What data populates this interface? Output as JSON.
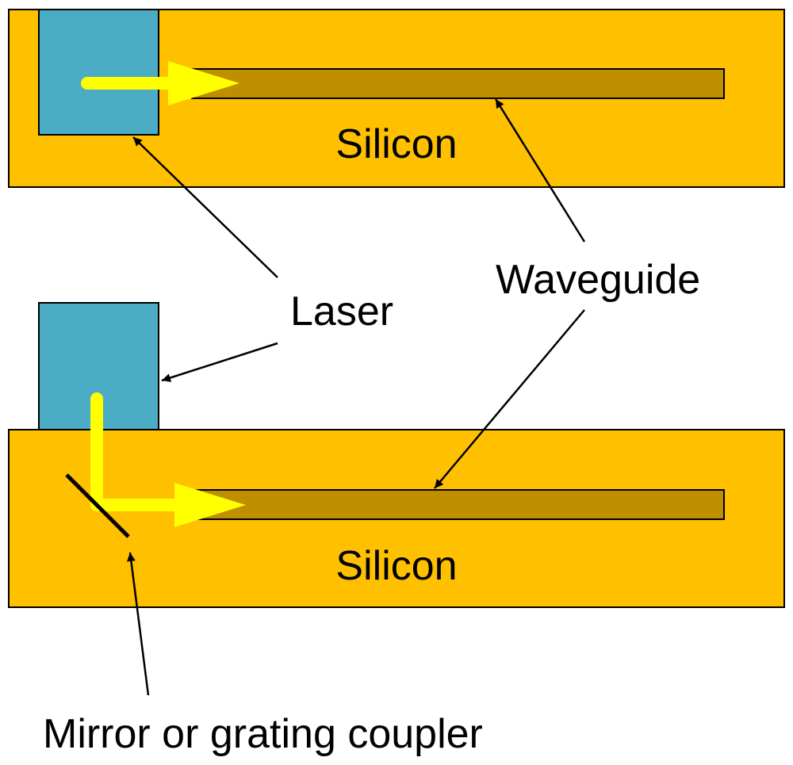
{
  "labels": {
    "silicon_top": "Silicon",
    "silicon_bottom": "Silicon",
    "laser": "Laser",
    "waveguide": "Waveguide",
    "mirror": "Mirror or grating coupler"
  },
  "colors": {
    "silicon": "#FFC000",
    "laser": "#4BACC6",
    "waveguide": "#BF8F00",
    "light_beam": "#FFFF00",
    "outline": "#000000",
    "background": "#FFFFFF"
  }
}
